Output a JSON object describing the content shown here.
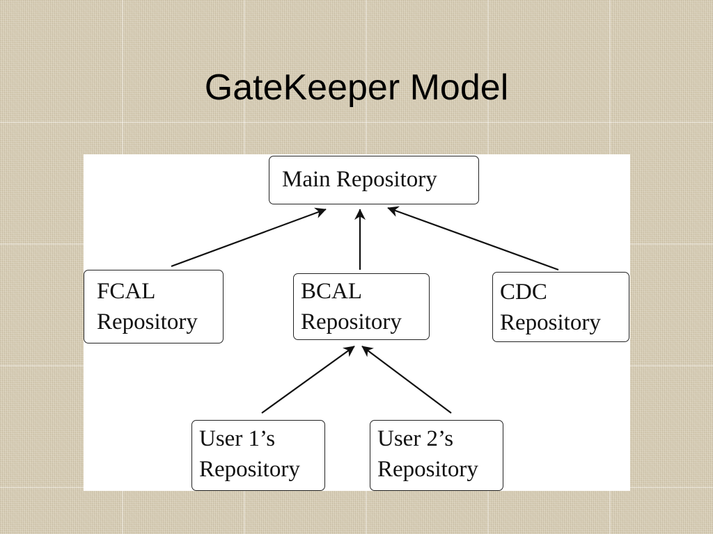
{
  "slide": {
    "title": "GateKeeper Model"
  },
  "diagram": {
    "nodes": {
      "main": {
        "line1": "Main Repository"
      },
      "fcal": {
        "line1": "FCAL",
        "line2": "Repository"
      },
      "bcal": {
        "line1": "BCAL",
        "line2": "Repository"
      },
      "cdc": {
        "line1": "CDC",
        "line2": "Repository"
      },
      "user1": {
        "line1": "User 1’s",
        "line2": "Repository"
      },
      "user2": {
        "line1": "User 2’s",
        "line2": "Repository"
      }
    },
    "edges": [
      {
        "from": "fcal",
        "to": "main"
      },
      {
        "from": "bcal",
        "to": "main"
      },
      {
        "from": "cdc",
        "to": "main"
      },
      {
        "from": "user1",
        "to": "bcal"
      },
      {
        "from": "user2",
        "to": "bcal"
      }
    ]
  }
}
